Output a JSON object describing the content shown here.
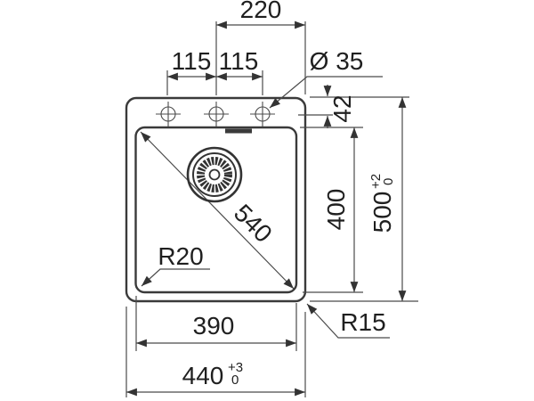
{
  "colors": {
    "line": "#3a3a3a",
    "dim_line": "#4b4b4b",
    "text": "#1f1f1f",
    "background": "#ffffff"
  },
  "labels": {
    "top_width": "220",
    "hole_spacing_left": "115",
    "hole_spacing_right": "115",
    "hole_diameter": "Ø 35",
    "hole_offset_top": "42",
    "diagonal": "540",
    "bowl_height": "400",
    "overall_height": "500",
    "overall_height_tol_upper": "+2",
    "overall_height_tol_lower": "0",
    "inner_radius": "R20",
    "outer_radius": "R15",
    "bowl_width": "390",
    "overall_width": "440",
    "overall_width_tol_upper": "+3",
    "overall_width_tol_lower": "0"
  }
}
